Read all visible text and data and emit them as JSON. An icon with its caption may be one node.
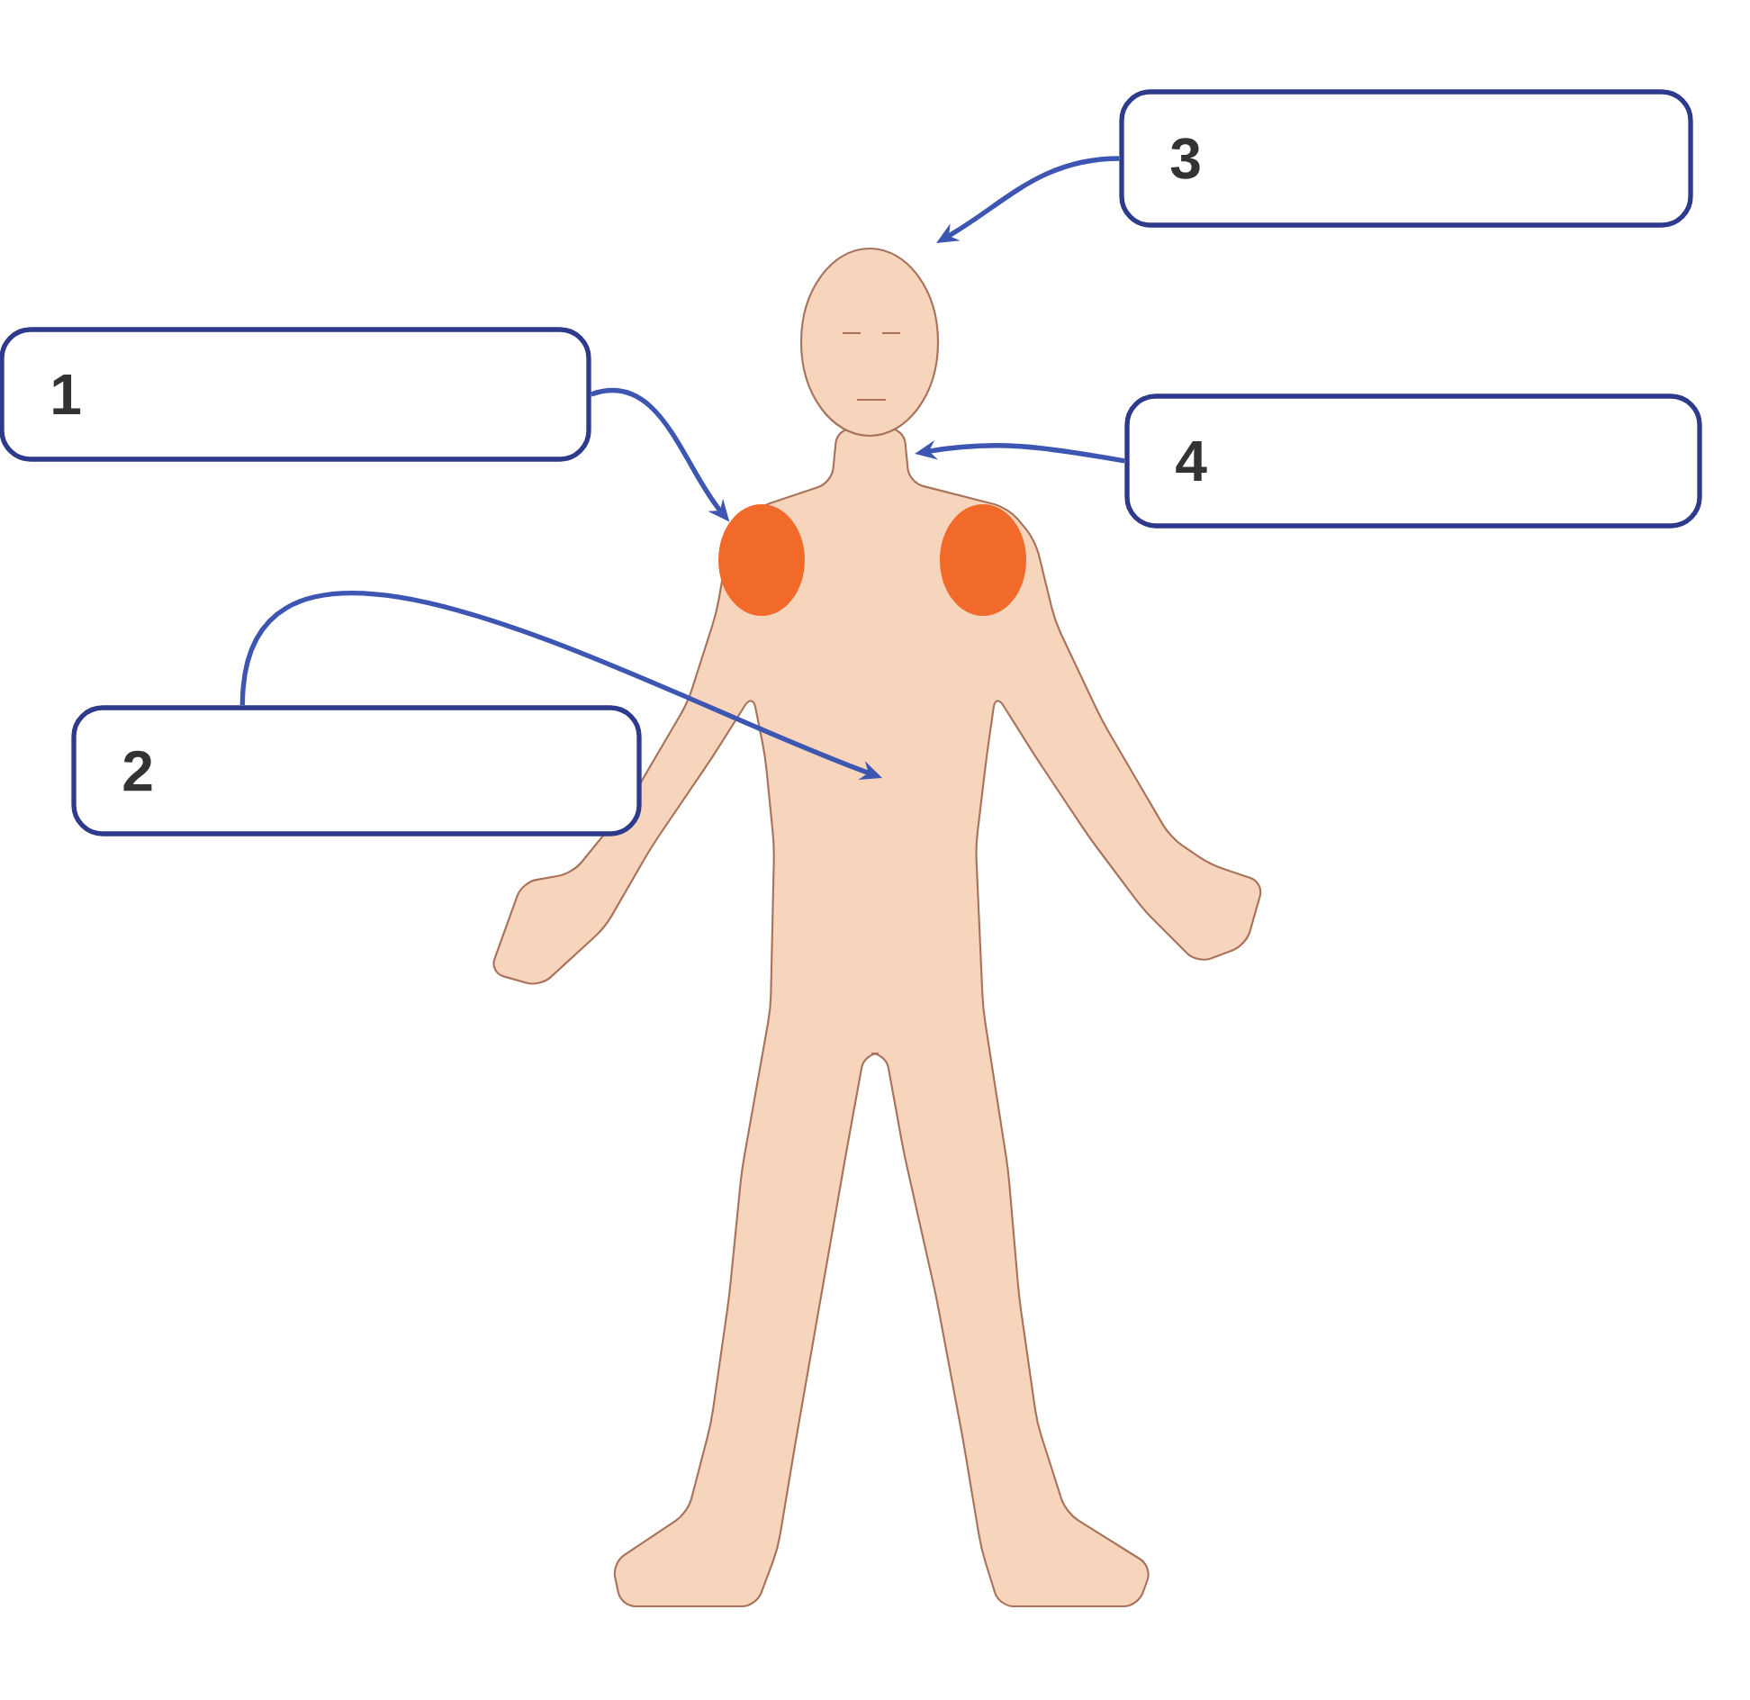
{
  "diagram": {
    "nodes": [
      {
        "text": [
          "1"
        ]
      },
      {
        "text": [
          "2"
        ]
      },
      {
        "text": [
          "3"
        ]
      },
      {
        "text": [
          "4"
        ]
      },
      {
        "text": [],
        "shape": "circle"
      }
    ],
    "edges": [
      {
        "from": 0,
        "to": 4,
        "arrow": "to"
      },
      {
        "from": 1,
        "to": null,
        "arrow": "to"
      },
      {
        "from": 2,
        "to": null,
        "arrow": "to"
      },
      {
        "from": 3,
        "to": null,
        "arrow": "to"
      }
    ]
  }
}
